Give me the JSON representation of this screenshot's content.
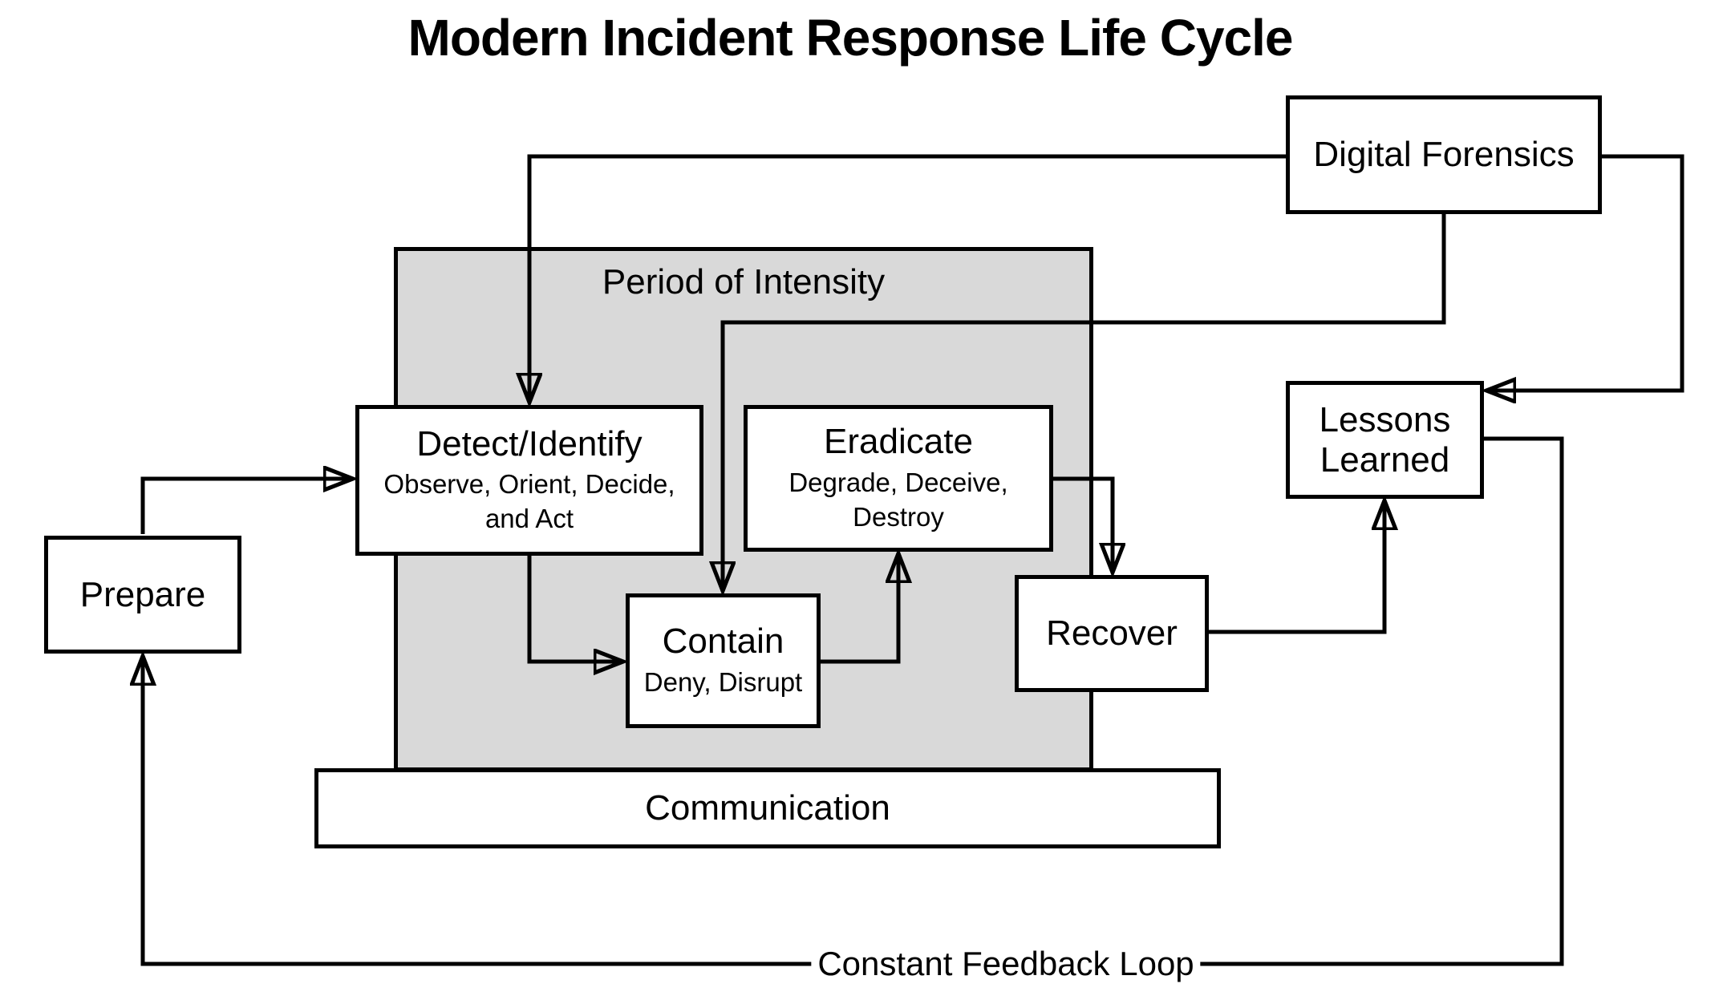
{
  "title": "Modern Incident Response Life Cycle",
  "colors": {
    "background": "#ffffff",
    "line": "#000000",
    "box_border": "#000000",
    "box_fill": "#ffffff",
    "intensity_fill": "#d9d9d9"
  },
  "nodes": {
    "digital_forensics": {
      "label": "Digital Forensics"
    },
    "period_of_intensity": {
      "label": "Period of Intensity"
    },
    "prepare": {
      "label": "Prepare"
    },
    "detect_identify": {
      "label": "Detect/Identify",
      "sublabel": "Observe, Orient, Decide,\nand Act"
    },
    "eradicate": {
      "label": "Eradicate",
      "sublabel": "Degrade, Deceive,\nDestroy"
    },
    "contain": {
      "label": "Contain",
      "sublabel": "Deny, Disrupt"
    },
    "recover": {
      "label": "Recover"
    },
    "lessons_learned": {
      "label": "Lessons\nLearned"
    },
    "communication": {
      "label": "Communication"
    }
  },
  "edges": [
    {
      "from": "prepare",
      "to": "detect_identify"
    },
    {
      "from": "digital_forensics",
      "to": "detect_identify"
    },
    {
      "from": "digital_forensics",
      "to": "contain"
    },
    {
      "from": "digital_forensics",
      "to": "lessons_learned"
    },
    {
      "from": "detect_identify",
      "to": "contain"
    },
    {
      "from": "contain",
      "to": "eradicate"
    },
    {
      "from": "eradicate",
      "to": "recover"
    },
    {
      "from": "recover",
      "to": "lessons_learned"
    },
    {
      "from": "lessons_learned",
      "to": "prepare",
      "label": "Constant Feedback Loop"
    }
  ],
  "feedback_label": "Constant Feedback Loop"
}
